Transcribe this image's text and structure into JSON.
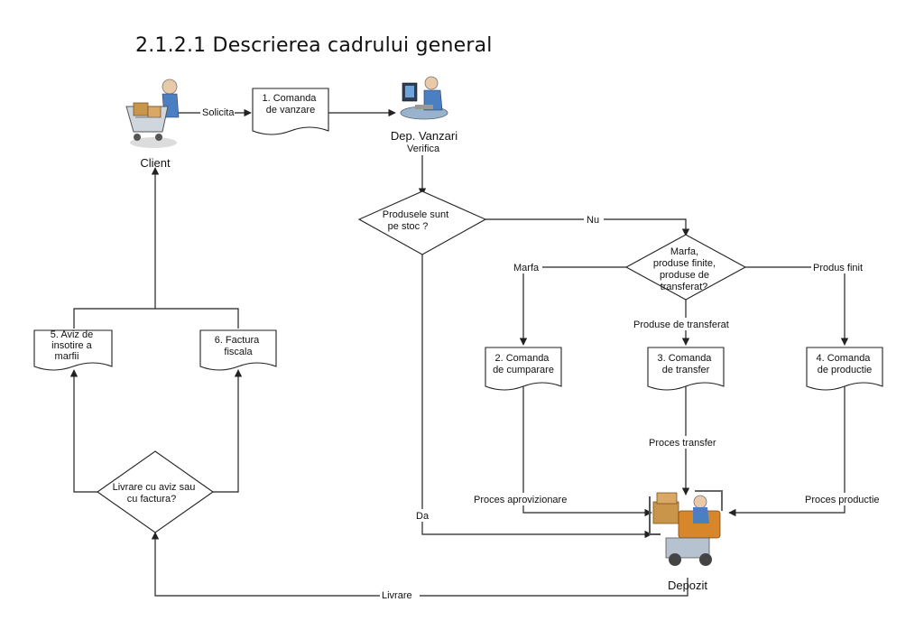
{
  "heading": "2.1.2.1 Descrierea cadrului general",
  "actors": {
    "client": "Client",
    "sales": "Dep. Vanzari",
    "warehouse": "Depozit"
  },
  "documents": {
    "sales_order": [
      "1. Comanda",
      "de vanzare"
    ],
    "purchase_order": [
      "2. Comanda",
      "de cumparare"
    ],
    "transfer_order": [
      "3. Comanda",
      "de transfer"
    ],
    "production_order": [
      "4. Comanda",
      "de productie"
    ],
    "delivery_note": [
      "5. Aviz de",
      "insotire a",
      "marfii"
    ],
    "invoice": [
      "6. Factura",
      "fiscala"
    ]
  },
  "decisions": {
    "in_stock": [
      "Produsele sunt",
      "pe stoc ?"
    ],
    "product_type": [
      "Marfa,",
      "produse finite,",
      "produse de",
      "transferat?"
    ],
    "delivery": [
      "Livrare cu aviz sau",
      "cu factura?"
    ]
  },
  "edges": {
    "solicita": "Solicita",
    "verifica": "Verifica",
    "nu": "Nu",
    "da": "Da",
    "marfa": "Marfa",
    "produs_finit": "Produs finit",
    "produse_transferat": "Produse de transferat",
    "proces_transfer": "Proces transfer",
    "proces_aprovizionare": "Proces aprovizionare",
    "proces_productie": "Proces productie",
    "livrare": "Livrare"
  },
  "colors": {
    "line": "#222222",
    "box": "#ffffff",
    "forklift": "#d8862a",
    "crate": "#c8954a",
    "person_shirt": "#4a7fc1"
  }
}
